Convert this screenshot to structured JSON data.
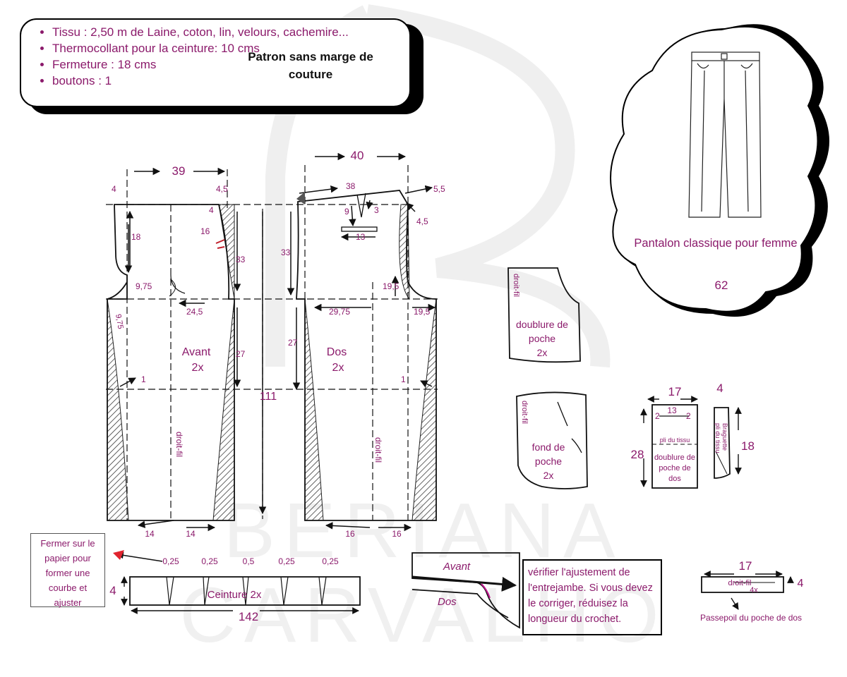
{
  "materials": [
    "Tissu : 2,50 m de Laine, coton, lin, velours, cachemire...",
    "Thermocollant pour la ceinture: 10 cms",
    "Fermeture : 18 cms",
    "boutons : 1"
  ],
  "pattern_note": "Patron sans marge de couture",
  "model": {
    "name": "Pantalon classique pour femme",
    "number": "62"
  },
  "front": {
    "label": "Avant",
    "qty": "2x",
    "dims": {
      "width": "39",
      "top_left": "4",
      "top_right": "4,5",
      "dart": "4",
      "dart_len": "16",
      "hip_height": "18",
      "crotch_h": "9,75",
      "crotch_v": "9,75",
      "crotch_h2": "24,5",
      "side_upper": "33",
      "knee": "27",
      "knee_note": "1",
      "hem_left": "14",
      "hem_right": "14"
    },
    "grain": "droit-fil"
  },
  "back": {
    "label": "Dos",
    "qty": "2x",
    "dims": {
      "width": "40",
      "waist": "38",
      "rise": "5,5",
      "dart_depth": "9",
      "dart_w": "3",
      "pocket": "13",
      "side": "4,5",
      "upper": "33",
      "crotch_v": "19,5",
      "crotch_h": "29,75",
      "crotch_h2": "19,5",
      "knee": "27",
      "knee_note": "1",
      "hem_left": "16",
      "hem_right": "16"
    },
    "grain": "droit-fil"
  },
  "length": "111",
  "pocket_lining": {
    "grain": "droit-fil",
    "label": "doublure de poche",
    "qty": "2x"
  },
  "pocket_facing": {
    "grain": "droit-fil",
    "label": "fond de poche",
    "qty": "2x"
  },
  "back_pocket_lining": {
    "width": "17",
    "inner": "13",
    "side_left": "2",
    "side_right": "2",
    "height": "28",
    "fold": "pli du tissu",
    "label": "doublure de poche de dos"
  },
  "fly": {
    "width": "4",
    "height": "18",
    "label": "Braguette",
    "fold": "pli du tissu"
  },
  "waistband": {
    "label": "Ceinture 2x",
    "height": "4",
    "length": "142",
    "darts": [
      "0,25",
      "0,25",
      "0,5",
      "0,25",
      "0,25"
    ]
  },
  "note_close": "Fermer sur le papier pour former une courbe et ajuster",
  "crotch_check": {
    "avant": "Avant",
    "dos": "Dos",
    "text": "vérifier l'ajustement de l'entrejambe. Si vous devez le corriger, réduisez la longueur du crochet."
  },
  "piping": {
    "width": "17",
    "height": "4",
    "grain": "droit-fil",
    "qty": "4x",
    "label": "Passepoil du poche de dos"
  },
  "watermark": "BERIANA CARVALHO",
  "colors": {
    "accent": "#8b1a6b",
    "ink": "#111111",
    "watermark": "#eeeeee",
    "arrow": "#e0242f"
  }
}
